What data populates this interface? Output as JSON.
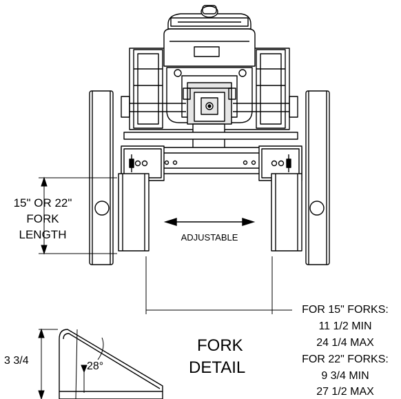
{
  "fork_length": {
    "line1": "15\" OR 22\"",
    "line2": "FORK",
    "line3": "LENGTH"
  },
  "adjustable_label": "ADJUSTABLE",
  "spacing": {
    "forks15_title": "FOR 15\" FORKS:",
    "forks15_min": "11 1/2 MIN",
    "forks15_max": "24 1/4 MAX",
    "forks22_title": "FOR 22\" FORKS:",
    "forks22_min": "9 3/4 MIN",
    "forks22_max": "27 1/2 MAX"
  },
  "fork_detail": {
    "height": "3 3/4",
    "angle": "28°",
    "title_line1": "FORK",
    "title_line2": "DETAIL"
  },
  "colors": {
    "line": "#000000",
    "fill_light": "#ffffff",
    "fill_grey": "#e6e6e6"
  }
}
